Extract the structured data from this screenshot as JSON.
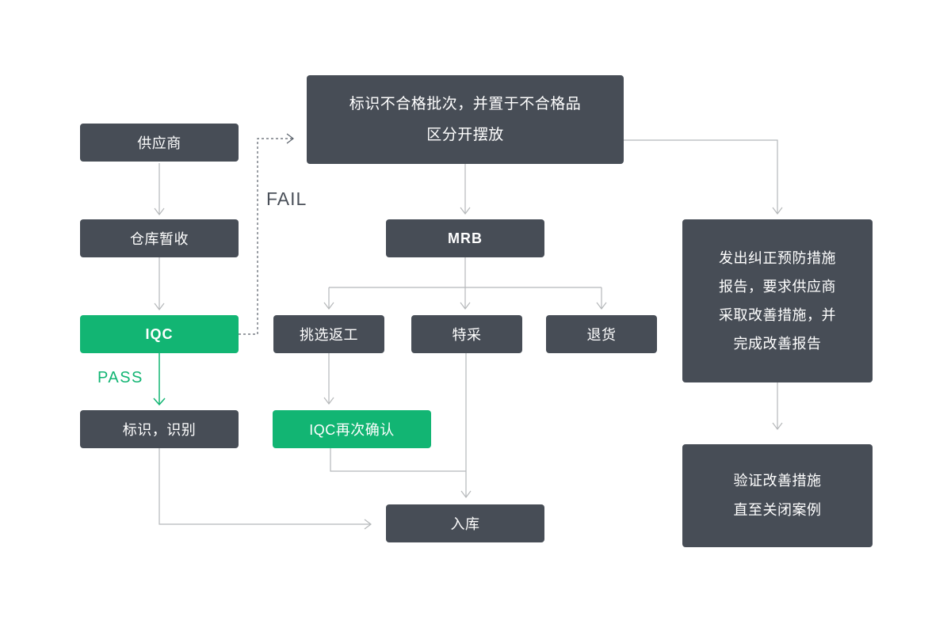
{
  "colors": {
    "box_dark": "#474d56",
    "box_green": "#12b573",
    "connector_gray": "#b5b8ba",
    "connector_dashed": "#5b626b",
    "pass_label_color": "#12b573",
    "fail_label_color": "#4a5059"
  },
  "edge_labels": {
    "pass": "PASS",
    "fail": "FAIL"
  },
  "nodes": {
    "supplier": {
      "label": "供应商"
    },
    "warehouse_receive": {
      "label": "仓库暂收"
    },
    "iqc": {
      "label": "IQC"
    },
    "mark_identify": {
      "label": "标识，识别"
    },
    "nonconforming_area": {
      "lines": [
        "标识不合格批次，并置于不合格品",
        "区分开摆放"
      ]
    },
    "mrb": {
      "label": "MRB"
    },
    "sort_rework": {
      "label": "挑选返工"
    },
    "special_accept": {
      "label": "特采"
    },
    "return_goods": {
      "label": "退货"
    },
    "iqc_reconfirm": {
      "label": "IQC再次确认"
    },
    "warehouse_in": {
      "label": "入库"
    },
    "capa_report": {
      "lines": [
        "发出纠正预防措施",
        "报告，要求供应商",
        "采取改善措施，并",
        "完成改善报告"
      ]
    },
    "verify_close": {
      "lines": [
        "验证改善措施",
        "直至关闭案例"
      ]
    }
  }
}
